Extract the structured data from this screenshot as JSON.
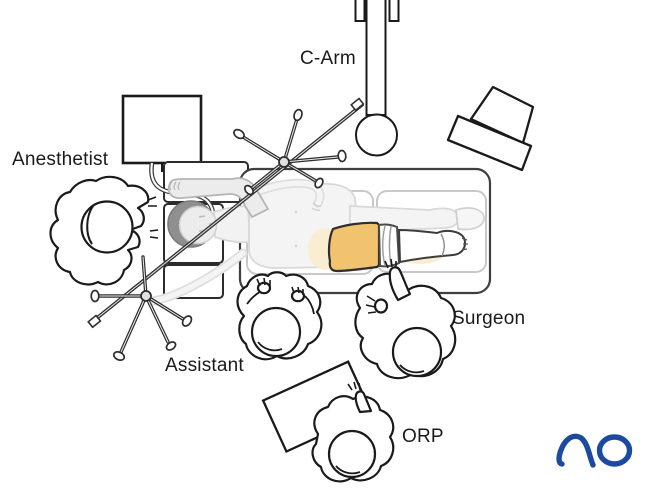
{
  "diagram": {
    "description": "Operating room setup top view",
    "labels": {
      "c_arm": "C-Arm",
      "anesthetist": "Anesthetist",
      "assistant": "Assistant",
      "surgeon": "Surgeon",
      "orp": "ORP"
    },
    "logo": {
      "text": "AO",
      "color": "#1c4a9f"
    },
    "colors": {
      "highlight": "#f1c36f",
      "highlight_glow": "#faeed2",
      "outline": "#1a1a1a",
      "patient_faint": "#d8d8d8",
      "background": "#ffffff"
    }
  }
}
